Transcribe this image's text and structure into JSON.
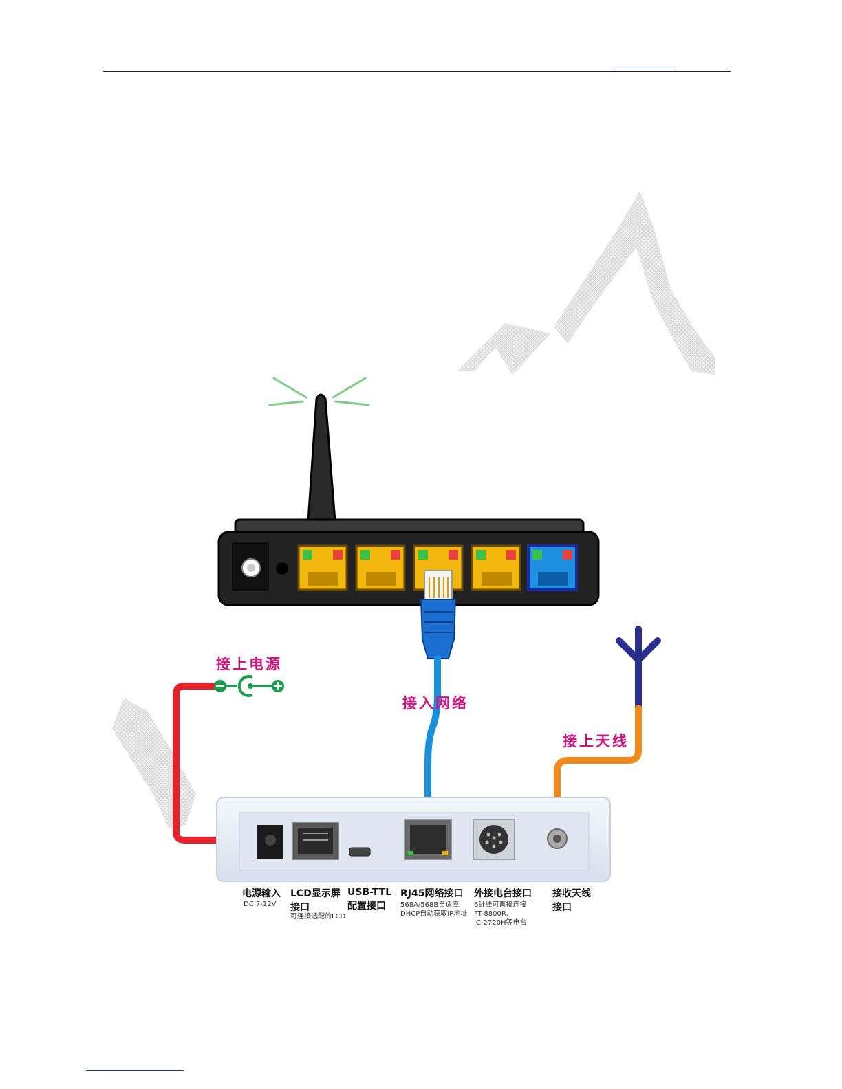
{
  "callouts": {
    "power": "接上电源",
    "network": "接入网络",
    "antenna": "接上天线"
  },
  "ports": [
    {
      "label": "电源输入",
      "sub": "DC 7-12V"
    },
    {
      "label": "LCD显示屏\n接口",
      "sub": "可连接选配的LCD"
    },
    {
      "label": "USB-TTL\n配置接口",
      "sub": ""
    },
    {
      "label": "RJ45网络接口",
      "sub": "568A/568B自适应\nDHCP自动获取IP地址"
    },
    {
      "label": "外接电台接口",
      "sub": "6针线可直接连接\nFT-8800R,\nIC-2720H等电台"
    },
    {
      "label": "接收天线\n接口",
      "sub": ""
    }
  ],
  "colors": {
    "power_cable": "#e8202a",
    "network_cable": "#1a8fdc",
    "antenna_cable": "#f08a1c",
    "antenna_mast": "#2a2f8e",
    "callout_text": "#d4147e",
    "power_symbol": "#1a9e4a",
    "router_body": "#1e1e1e",
    "lan_port": "#f2b70d",
    "wan_port": "#1f8fe0",
    "device_body": "#e4eaf6"
  },
  "icons": {
    "power": "dc-polarity-icon",
    "antenna": "antenna-icon",
    "router": "router-icon"
  }
}
